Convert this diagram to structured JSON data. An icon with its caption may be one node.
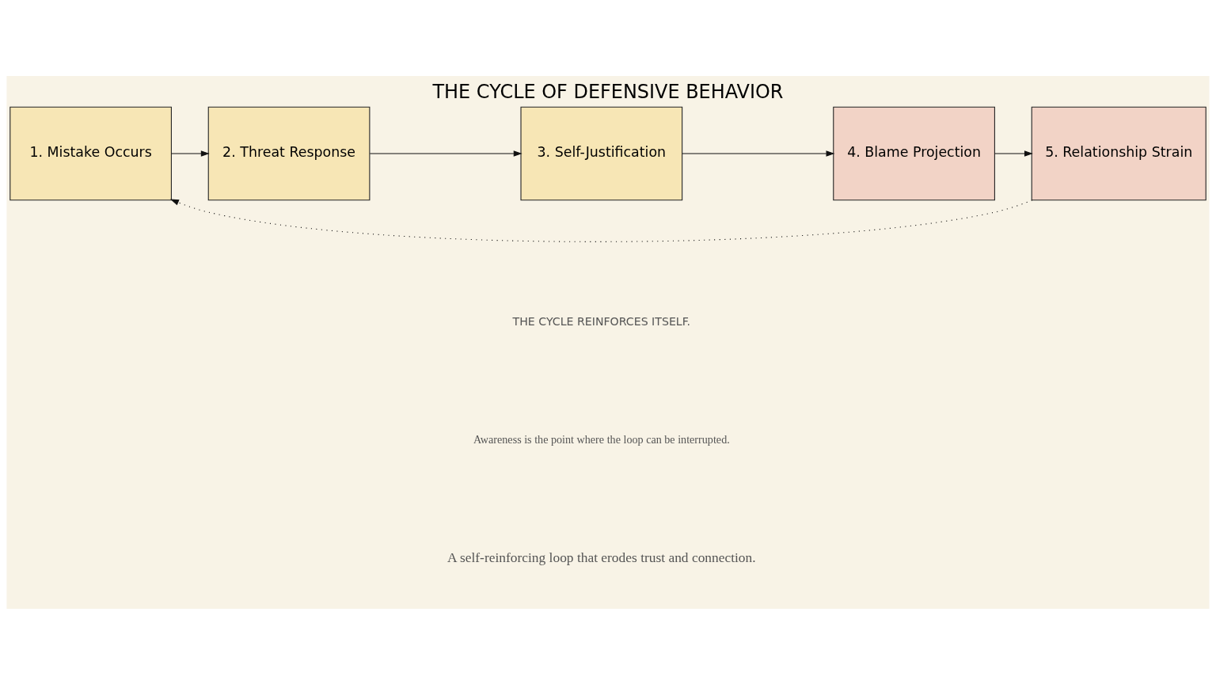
{
  "diagram": {
    "title": "THE CYCLE OF DEFENSIVE BEHAVIOR",
    "nodes": [
      {
        "text": [
          "1. Mistake Occurs"
        ]
      },
      {
        "text": [
          "2. Threat Response"
        ]
      },
      {
        "text": [
          "3. Self-Justification"
        ]
      },
      {
        "text": [
          "4. Blame Projection"
        ]
      },
      {
        "text": [
          "5. Relationship Strain"
        ]
      }
    ],
    "edges": [
      {
        "from": 0,
        "to": 1,
        "arrow": "to"
      },
      {
        "from": 1,
        "to": 2,
        "arrow": "to"
      },
      {
        "from": 2,
        "to": 3,
        "arrow": "to"
      },
      {
        "from": 3,
        "to": 4,
        "arrow": "to"
      },
      {
        "from": 4,
        "to": 0,
        "arrow": "to",
        "style": "dashed"
      }
    ],
    "labels": [
      "A self-reinforcing loop that erodes trust and connection.",
      "THE CYCLE REINFORCES ITSELF.",
      "Awareness is the point where the loop can be interrupted."
    ]
  }
}
